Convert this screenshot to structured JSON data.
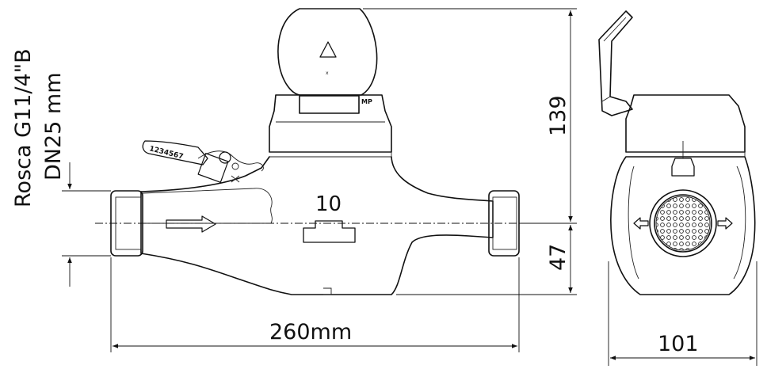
{
  "labels": {
    "thread_line1": "Rosca G11/4\"B",
    "thread_line2": "DN25 mm",
    "length": "260mm",
    "width": "101",
    "height_upper": "139",
    "height_lower": "47",
    "body_number": "10",
    "seal_tag": "1234567"
  }
}
